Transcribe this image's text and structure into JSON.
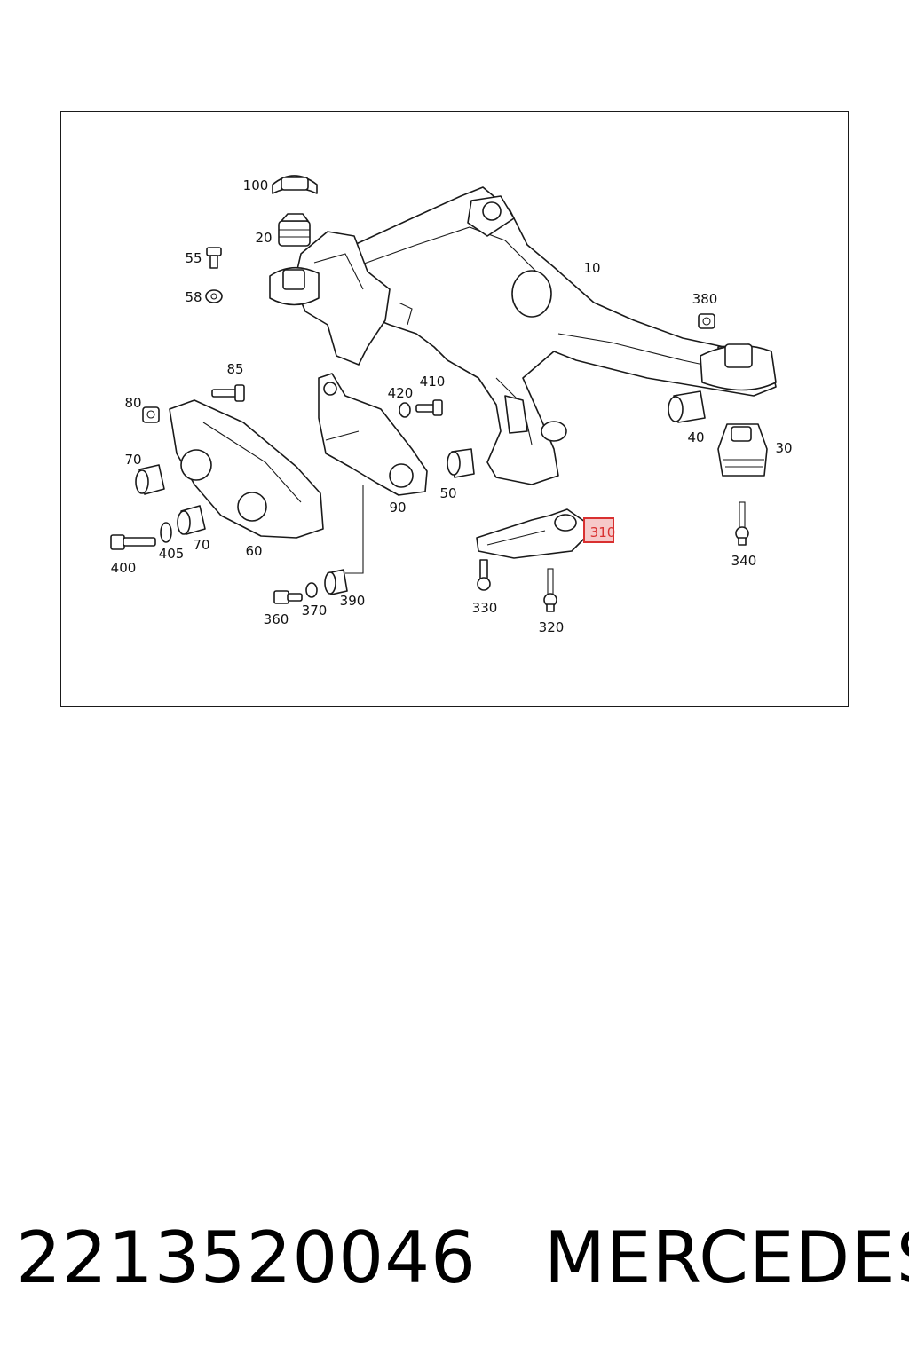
{
  "diagram": {
    "highlight_color": "#d93030",
    "highlight_fill": "#f6c9c9",
    "highlighted_callout": "310",
    "callouts": [
      "100",
      "20",
      "55",
      "58",
      "10",
      "380",
      "85",
      "420",
      "410",
      "80",
      "70",
      "70",
      "60",
      "90",
      "50",
      "40",
      "30",
      "400",
      "405",
      "310",
      "340",
      "330",
      "320",
      "360",
      "370",
      "390"
    ]
  },
  "caption": {
    "part_number": "2213520046",
    "brand": "MERCEDES"
  }
}
